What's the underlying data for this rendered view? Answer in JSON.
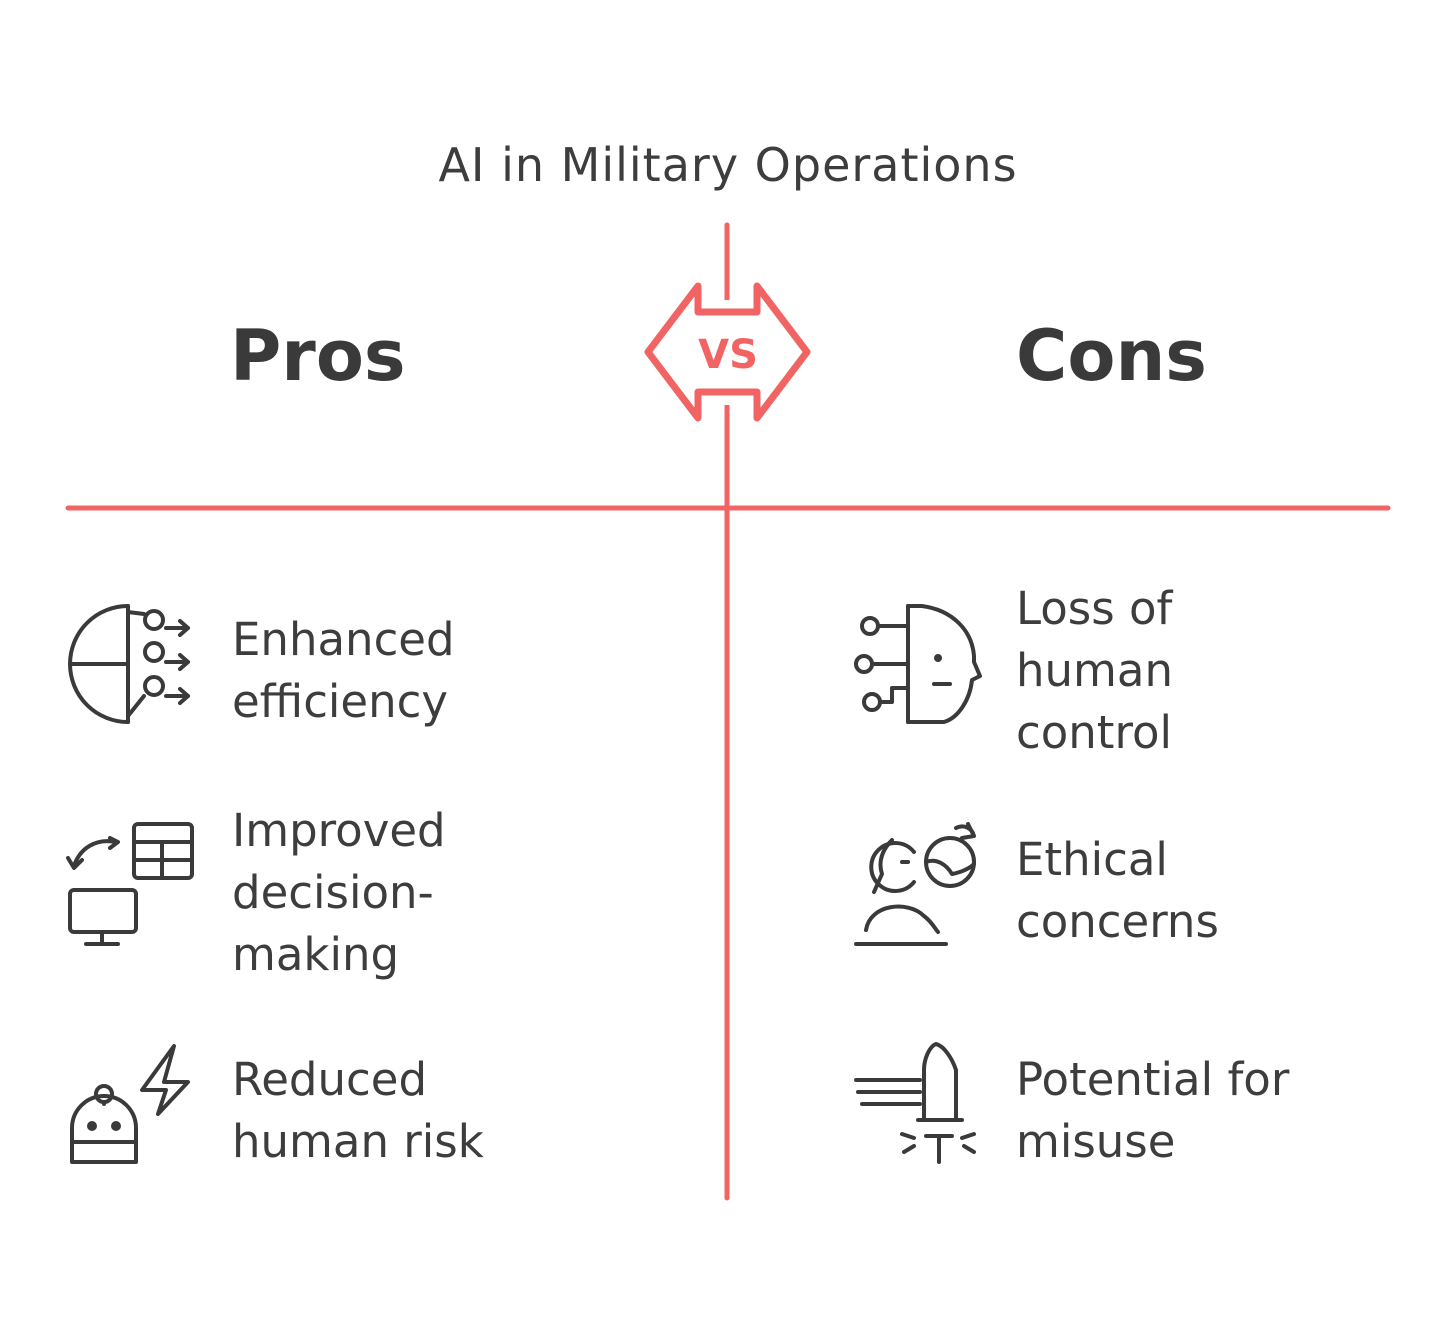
{
  "title": "AI in Military Operations",
  "vs_label": "VS",
  "pros": {
    "heading": "Pros",
    "items": [
      {
        "lines": [
          "Enhanced",
          "efficiency"
        ],
        "icon": "split-head-arrows-icon"
      },
      {
        "lines": [
          "Improved",
          "decision-",
          "making"
        ],
        "icon": "monitor-table-exchange-icon"
      },
      {
        "lines": [
          "Reduced",
          "human risk"
        ],
        "icon": "robot-lightning-icon"
      }
    ]
  },
  "cons": {
    "heading": "Cons",
    "items": [
      {
        "lines": [
          "Loss of",
          "human",
          "control"
        ],
        "icon": "robot-head-circuit-icon"
      },
      {
        "lines": [
          "Ethical",
          "concerns"
        ],
        "icon": "person-thinking-icon"
      },
      {
        "lines": [
          "Potential for",
          "misuse"
        ],
        "icon": "stamp-icon"
      }
    ]
  },
  "colors": {
    "accent": "#f26464",
    "ink": "#3a3a3a"
  }
}
